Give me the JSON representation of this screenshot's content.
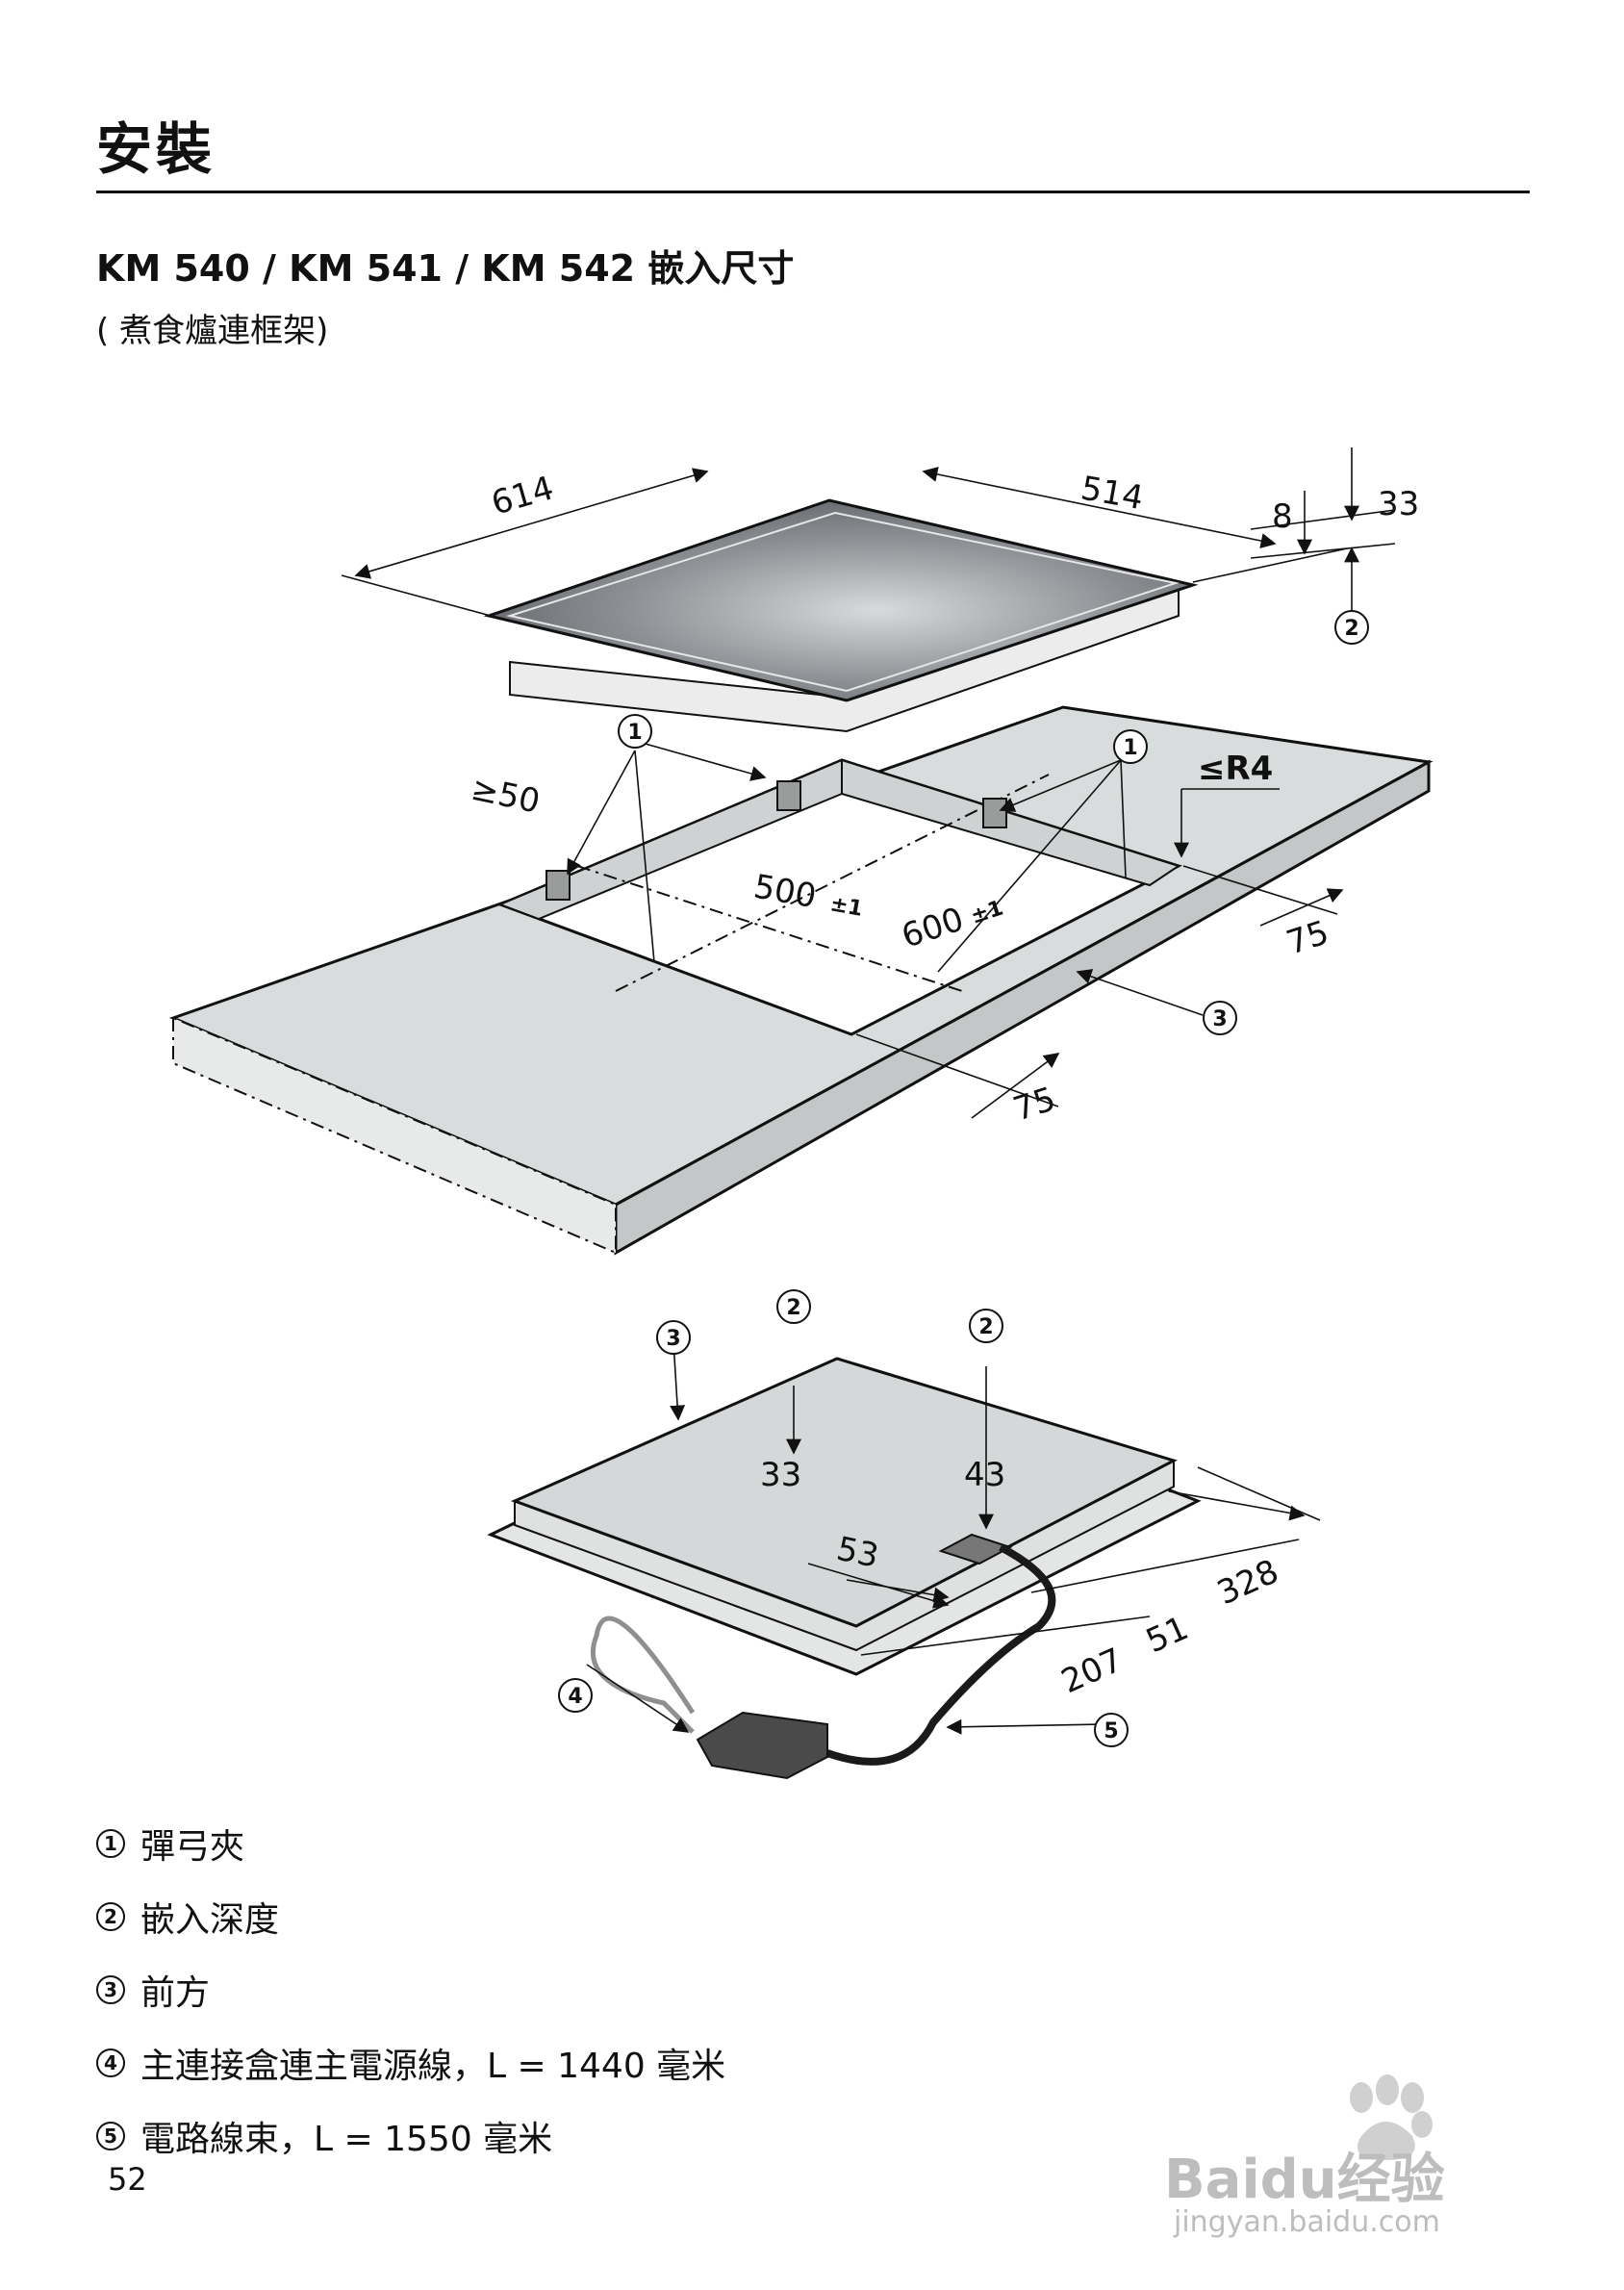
{
  "page": {
    "title": "安裝",
    "subtitle": "KM 540 / KM 541 / KM 542 嵌入尺寸",
    "subnote": "( 煮食爐連框架)",
    "page_number": "52"
  },
  "diagram_top": {
    "dim_width": "614",
    "dim_depth": "514",
    "dim_frame": "8",
    "dim_height": "33",
    "dim_min_back": "≥50",
    "dim_radius": "≤R4",
    "dim_cutout_depth": "500",
    "dim_cutout_depth_tol": "±1",
    "dim_cutout_width": "600",
    "dim_cutout_width_tol": "±1",
    "dim_side_right": "75",
    "dim_side_front": "75",
    "callouts": [
      "1",
      "1",
      "2",
      "3"
    ]
  },
  "diagram_bottom": {
    "depth_left": "33",
    "depth_right": "43",
    "dim_53": "53",
    "dim_328": "328",
    "dim_51": "51",
    "dim_207": "207",
    "callouts": [
      "3",
      "2",
      "2",
      "4",
      "5"
    ]
  },
  "legend": [
    {
      "num": "1",
      "text": "彈弓夾"
    },
    {
      "num": "2",
      "text": "嵌入深度"
    },
    {
      "num": "3",
      "text": "前方"
    },
    {
      "num": "4",
      "text": "主連接盒連主電源線，L = 1440 毫米"
    },
    {
      "num": "5",
      "text": "電路線束，L = 1550 毫米"
    }
  ],
  "watermark": {
    "logo": "Baidu经验",
    "url": "jingyan.baidu.com"
  },
  "colors": {
    "counter_fill": "#d9dcdc",
    "line": "#111111",
    "glass_dark": "#5a5d61",
    "glass_light": "#c9cccf",
    "box_fill": "#4a4a4a"
  }
}
